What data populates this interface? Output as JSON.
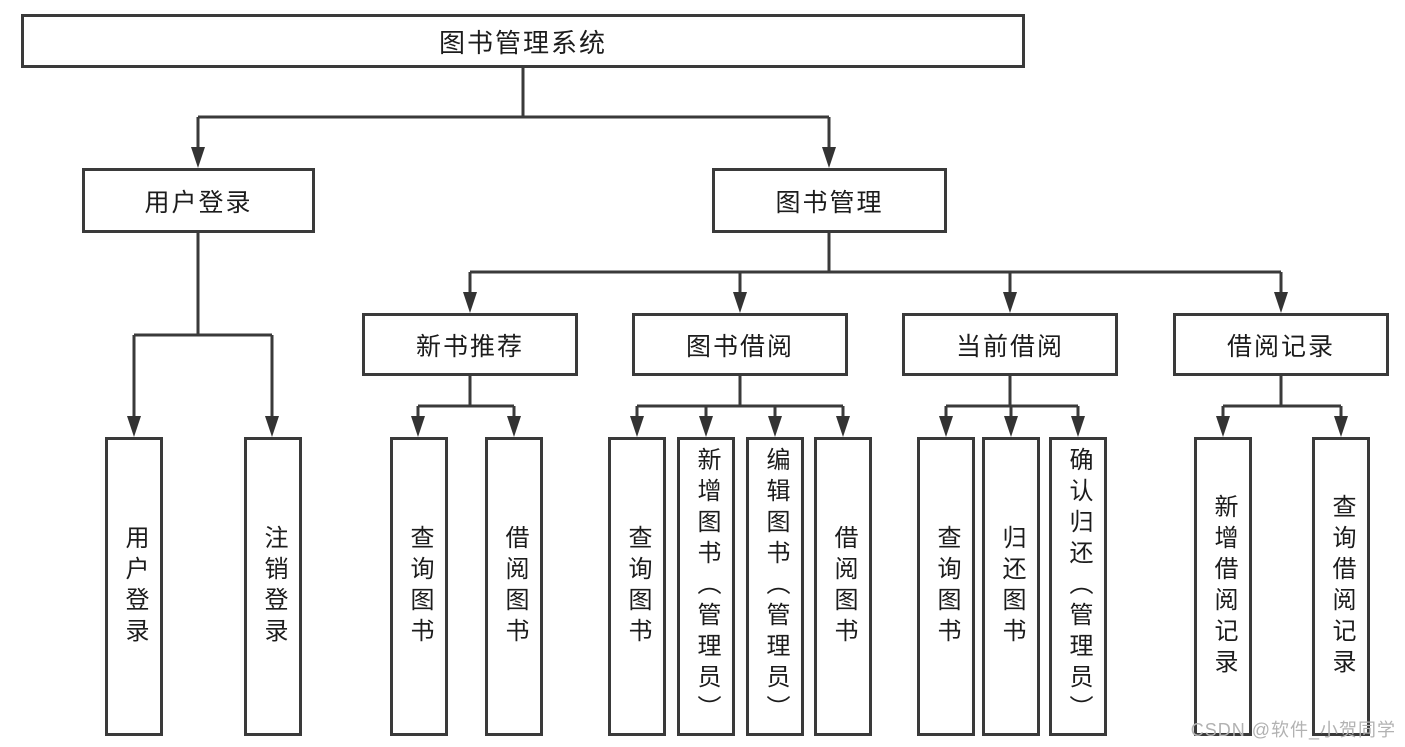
{
  "diagram": {
    "title": "图书管理系统",
    "nodes": {
      "root": {
        "label": "图书管理系统"
      },
      "user_login": {
        "label": "用户登录"
      },
      "book_manage": {
        "label": "图书管理"
      },
      "new_books": {
        "label": "新书推荐"
      },
      "book_borrow": {
        "label": "图书借阅"
      },
      "current_borrow": {
        "label": "当前借阅"
      },
      "borrow_records": {
        "label": "借阅记录"
      },
      "leaves": {
        "user_login": [
          "用户登录",
          "注销登录"
        ],
        "new_books": [
          "查询图书",
          "借阅图书"
        ],
        "book_borrow": [
          "查询图书",
          "新增图书（管理员）",
          "编辑图书（管理员）",
          "借阅图书"
        ],
        "current_borrow": [
          "查询图书",
          "归还图书",
          "确认归还（管理员）"
        ],
        "borrow_records": [
          "新增借阅记录",
          "查询借阅记录"
        ]
      }
    },
    "colors": {
      "line": "#3a3a3a",
      "text": "#1c1c1c",
      "background": "#ffffff",
      "watermark": "#b2b2b2"
    }
  },
  "watermark": {
    "text": "CSDN @软件_小贺同学"
  }
}
